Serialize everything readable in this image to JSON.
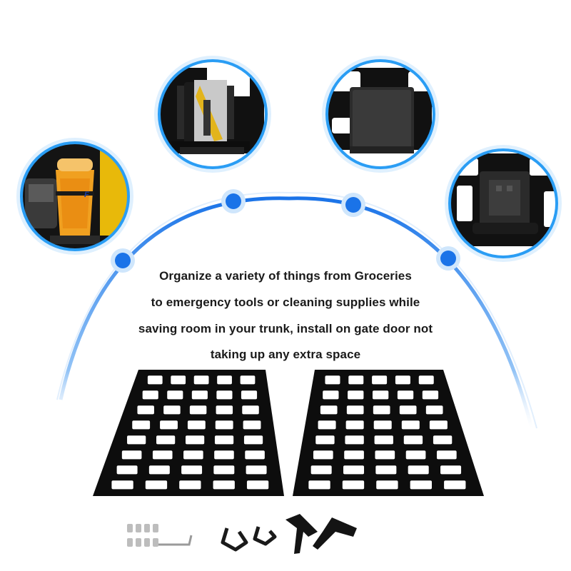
{
  "description_text": {
    "line1": "Organize a variety of things from Groceries",
    "line2": "to emergency tools or cleaning supplies while",
    "line3": "saving room in your trunk, install on gate door not",
    "line4": "taking up any extra space"
  },
  "colors": {
    "arc_blue": "#1a73e8",
    "circle_ring": "#2a9df4",
    "panel_black": "#0d0d0d",
    "text": "#1a1a1a"
  },
  "icons": [
    "cup-holder-photo",
    "can-holder-photo",
    "storage-box-photo",
    "phone-mount-photo",
    "molle-panel",
    "screw",
    "hex-key",
    "mounting-bracket"
  ]
}
